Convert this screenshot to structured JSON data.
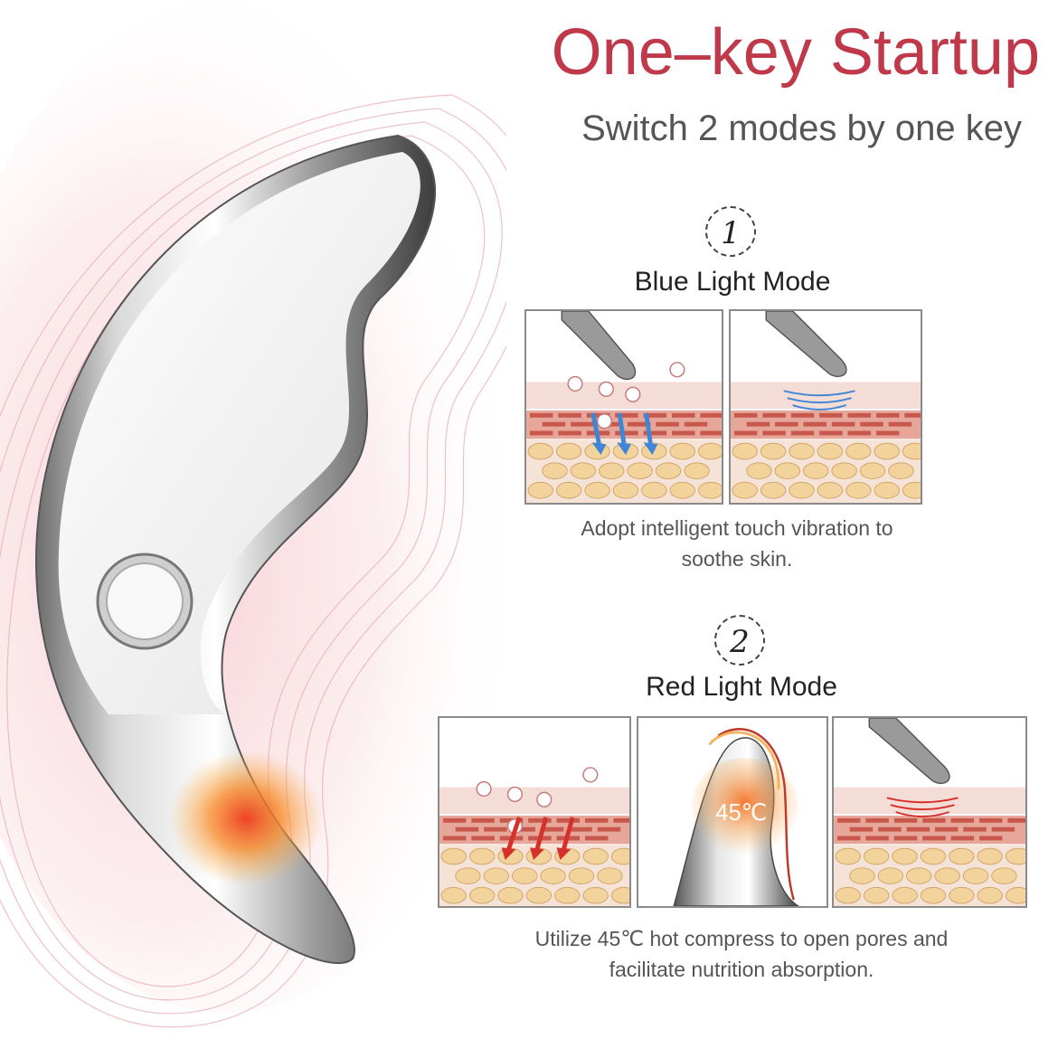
{
  "header": {
    "title": "One–key Startup",
    "subtitle": "Switch 2 modes by one key"
  },
  "modes": [
    {
      "number": "1",
      "title": "Blue Light Mode",
      "caption_line1": "Adopt intelligent touch vibration to",
      "caption_line2": "soothe skin."
    },
    {
      "number": "2",
      "title": "Red Light Mode",
      "caption_line1": "Utilize 45℃ hot compress to open pores and",
      "caption_line2": "facilitate nutrition absorption.",
      "temperature_label": "45℃"
    }
  ],
  "colors": {
    "title": "#c0394a",
    "blue_arrow": "#3f86d6",
    "red_arrow": "#d6302a",
    "skin_pink": "#f3ddd6",
    "brick": "#c8584c",
    "cell": "#f2d39c"
  }
}
